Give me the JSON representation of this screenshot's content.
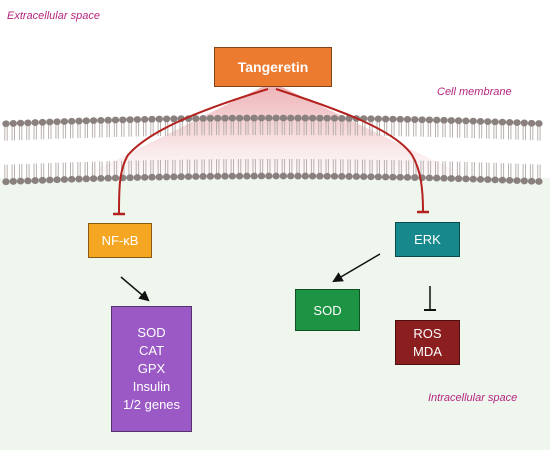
{
  "labels": {
    "extracellular": "Extracellular space",
    "membrane": "Cell membrane",
    "intracellular": "Intracellular space"
  },
  "nodes": {
    "tangeretin": {
      "label": "Tangeretin",
      "color": "#ec7a2f"
    },
    "nfkb": {
      "label": "NF-κB",
      "color": "#f5a623"
    },
    "erk": {
      "label": "ERK",
      "color": "#17888c"
    },
    "sod": {
      "label": "SOD",
      "color": "#1d9444"
    },
    "ros_mda": {
      "lines": [
        "ROS",
        "MDA"
      ],
      "color": "#8b1e1e"
    },
    "targets": {
      "lines": [
        "SOD",
        "CAT",
        "GPX",
        "Insulin",
        "1/2 genes"
      ],
      "color": "#9b59c6"
    }
  },
  "edges": [
    {
      "from": "Tangeretin",
      "to": "NF-κB",
      "type": "inhibition",
      "color": "#b3221f"
    },
    {
      "from": "Tangeretin",
      "to": "ERK",
      "type": "inhibition",
      "color": "#b3221f"
    },
    {
      "from": "NF-κB",
      "to": "SOD, CAT, GPX, Insulin, 1/2 genes",
      "type": "activation",
      "color": "#111111"
    },
    {
      "from": "ERK",
      "to": "SOD",
      "type": "activation",
      "color": "#111111"
    },
    {
      "from": "ERK",
      "to": "ROS, MDA",
      "type": "inhibition",
      "color": "#111111"
    }
  ],
  "colors": {
    "membrane_head": "#8a817f",
    "membrane_tail": "#b8b0ad",
    "intracellular_bg": "#eef6ee"
  }
}
